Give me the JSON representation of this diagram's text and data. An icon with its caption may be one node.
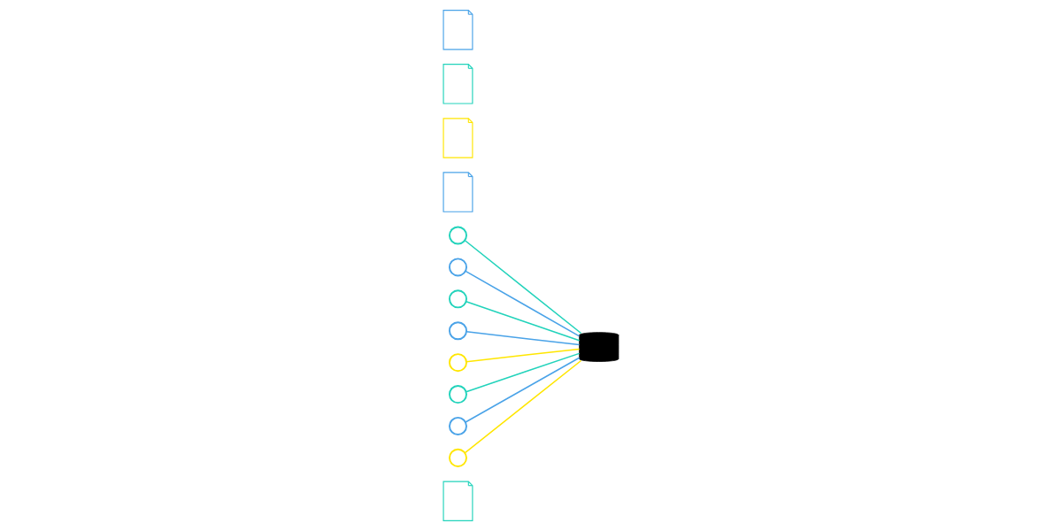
{
  "diagram": {
    "nodes": [
      {
        "text": [],
        "shape": "document"
      },
      {
        "text": [],
        "shape": "circle"
      },
      {
        "text": [],
        "shape": "document"
      },
      {
        "text": [],
        "shape": "circle"
      },
      {
        "text": [],
        "shape": "circle"
      },
      {
        "text": [],
        "shape": "circle"
      },
      {
        "text": [],
        "shape": "cylinder"
      },
      {
        "text": [],
        "shape": "document"
      },
      {
        "text": [],
        "shape": "circle"
      },
      {
        "text": [],
        "shape": "circle"
      },
      {
        "text": [],
        "shape": "circle"
      },
      {
        "text": [],
        "shape": "document"
      },
      {
        "text": [],
        "shape": "circle"
      },
      {
        "text": [],
        "shape": "document"
      }
    ],
    "edges": [
      {
        "from": 1,
        "to": 6,
        "arrow": "none",
        "color": "#22d3bb"
      },
      {
        "from": 3,
        "to": 6,
        "arrow": "none",
        "color": "#4aa3e8"
      },
      {
        "from": 4,
        "to": 6,
        "arrow": "none",
        "color": "#22d3bb"
      },
      {
        "from": 5,
        "to": 6,
        "arrow": "none",
        "color": "#4aa3e8"
      },
      {
        "from": 8,
        "to": 6,
        "arrow": "none",
        "color": "#ffe600"
      },
      {
        "from": 9,
        "to": 6,
        "arrow": "none",
        "color": "#22d3bb"
      },
      {
        "from": 12,
        "to": 6,
        "arrow": "none",
        "color": "#ffe600"
      },
      {
        "from": 10,
        "to": 6,
        "arrow": "none",
        "color": "#4aa3e8"
      }
    ]
  }
}
